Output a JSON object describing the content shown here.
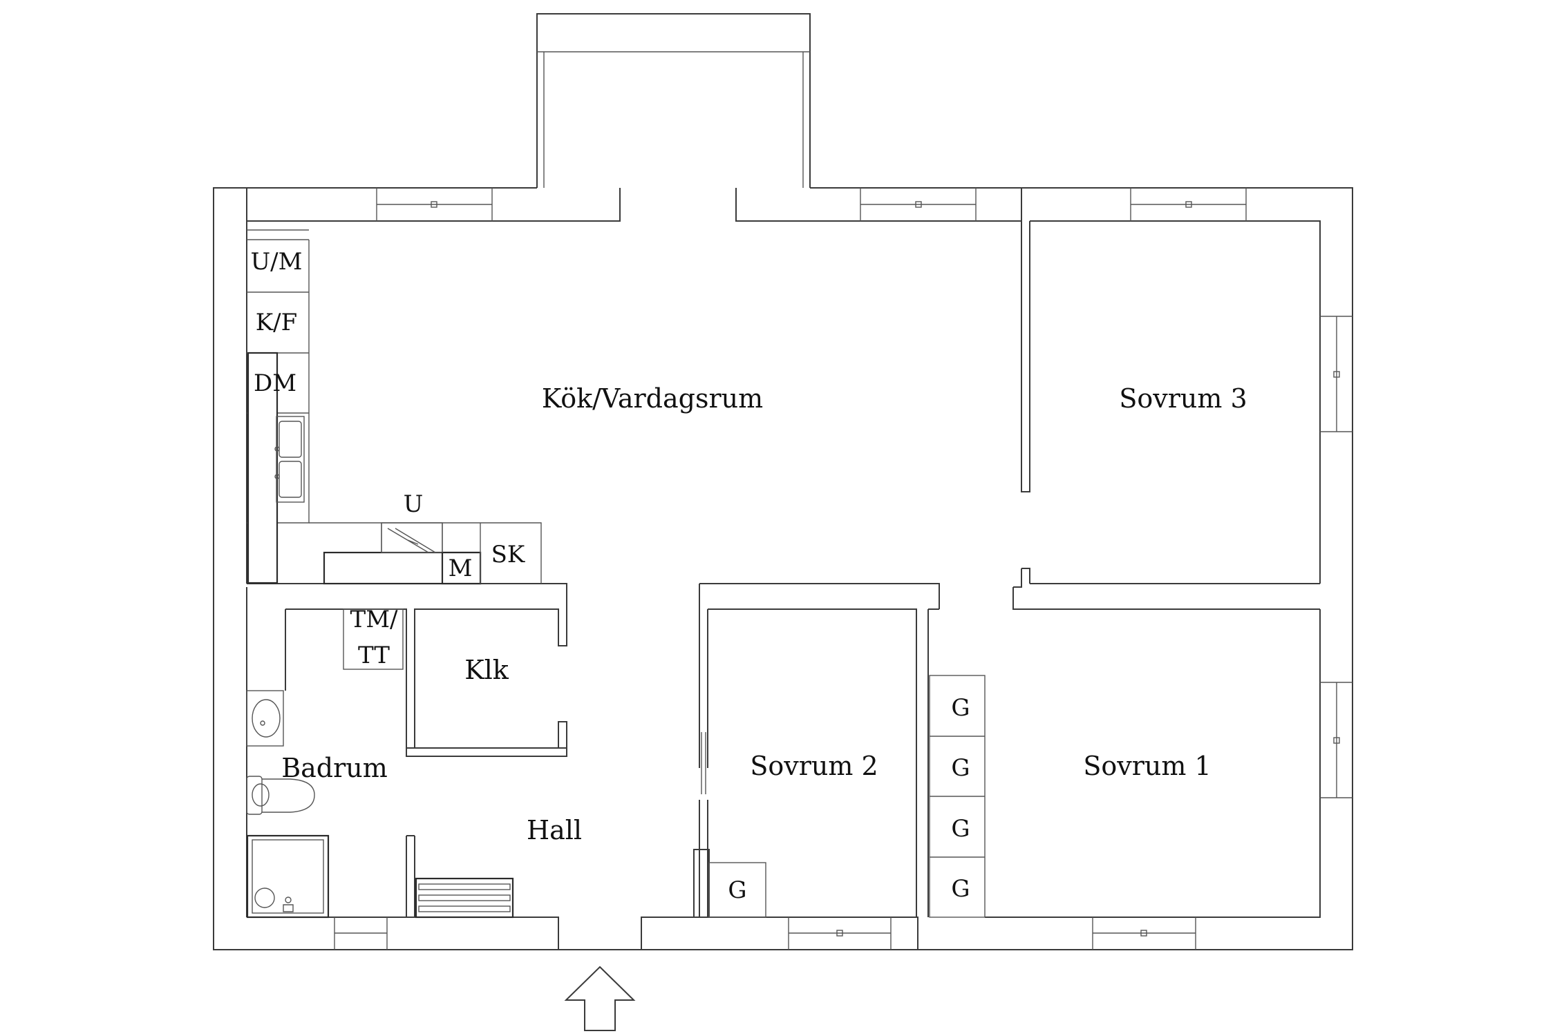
{
  "rooms": {
    "kitchen_living": "Kök/Vardagsrum",
    "bedroom_3": "Sovrum 3",
    "bedroom_2": "Sovrum 2",
    "bedroom_1": "Sovrum 1",
    "bathroom": "Badrum",
    "closet": "Klk",
    "hall": "Hall"
  },
  "fixtures": {
    "um": "U/M",
    "kf": "K/F",
    "dm": "DM",
    "u": "U",
    "m": "M",
    "sk": "SK",
    "tm": "TM/",
    "tt": "TT",
    "g": "G"
  },
  "colors": {
    "lines": "#3a3a3a",
    "text": "#111111",
    "background": "#ffffff"
  },
  "icons": [
    "entrance-arrow-icon",
    "sink-icon",
    "toilet-icon",
    "shower-icon",
    "radiator-icon",
    "stove-icon"
  ]
}
